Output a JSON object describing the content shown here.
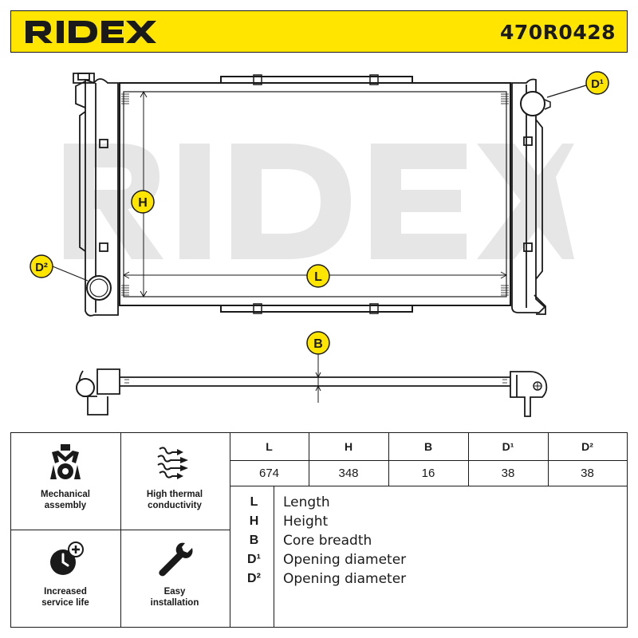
{
  "header": {
    "brand": "RIDEX",
    "part_number": "470R0428",
    "background": "#ffe500"
  },
  "drawing": {
    "watermark": "RIDEX",
    "labels": {
      "H": "H",
      "L": "L",
      "B": "B",
      "D1": "D¹",
      "D2": "D²"
    },
    "marker_color": "#ffe500"
  },
  "features": [
    {
      "icon": "mechanical-assembly-icon",
      "label_1": "Mechanical",
      "label_2": "assembly"
    },
    {
      "icon": "high-thermal-conductivity-icon",
      "label_1": "High thermal",
      "label_2": "conductivity"
    },
    {
      "icon": "increased-service-life-icon",
      "label_1": "Increased",
      "label_2": "service life"
    },
    {
      "icon": "easy-installation-icon",
      "label_1": "Easy",
      "label_2": "installation"
    }
  ],
  "dimensions": {
    "headers": [
      "L",
      "H",
      "B",
      "D¹",
      "D²"
    ],
    "values": [
      "674",
      "348",
      "16",
      "38",
      "38"
    ]
  },
  "legend": [
    {
      "key": "L",
      "text": "Length"
    },
    {
      "key": "H",
      "text": "Height"
    },
    {
      "key": "B",
      "text": "Core breadth"
    },
    {
      "key": "D¹",
      "text": "Opening diameter"
    },
    {
      "key": "D²",
      "text": "Opening diameter"
    }
  ]
}
